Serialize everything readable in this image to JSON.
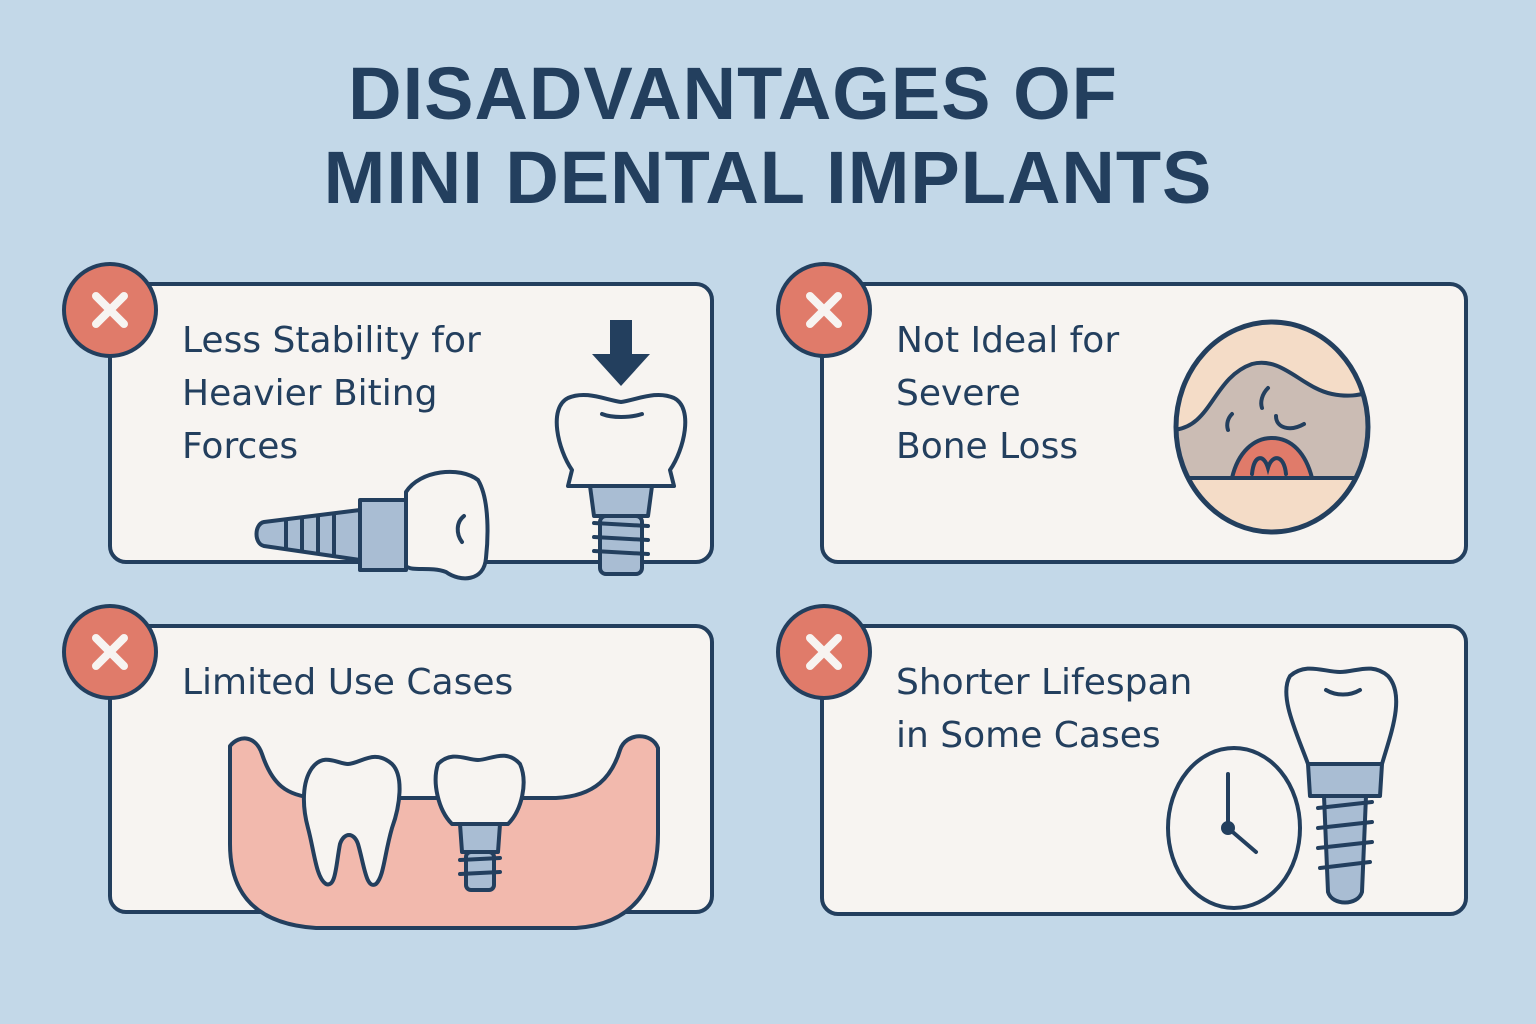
{
  "title": {
    "line1": "DISADVANTAGES OF",
    "line2": "MINI DENTAL IMPLANTS"
  },
  "colors": {
    "background": "#c3d8e8",
    "navy": "#233f5e",
    "card": "#f7f4f1",
    "badge_red": "#e07b6a",
    "gum_pink": "#f2b9ad",
    "metal": "#a9bdd3",
    "bone_tan": "#f4dcc7",
    "bone_gray": "#cbbcb4"
  },
  "cards": [
    {
      "label": "Less Stability for\nHeavier Biting\nForces",
      "icon": "x-mark-icon",
      "illustration": "implant-under-force-illustration"
    },
    {
      "label": "Not Ideal for\nSevere\nBone Loss",
      "icon": "x-mark-icon",
      "illustration": "bone-loss-cross-section-illustration"
    },
    {
      "label": "Limited Use Cases",
      "icon": "x-mark-icon",
      "illustration": "tooth-and-implant-in-gum-illustration"
    },
    {
      "label": "Shorter Lifespan\nin Some Cases",
      "icon": "x-mark-icon",
      "illustration": "implant-with-clock-illustration"
    }
  ]
}
